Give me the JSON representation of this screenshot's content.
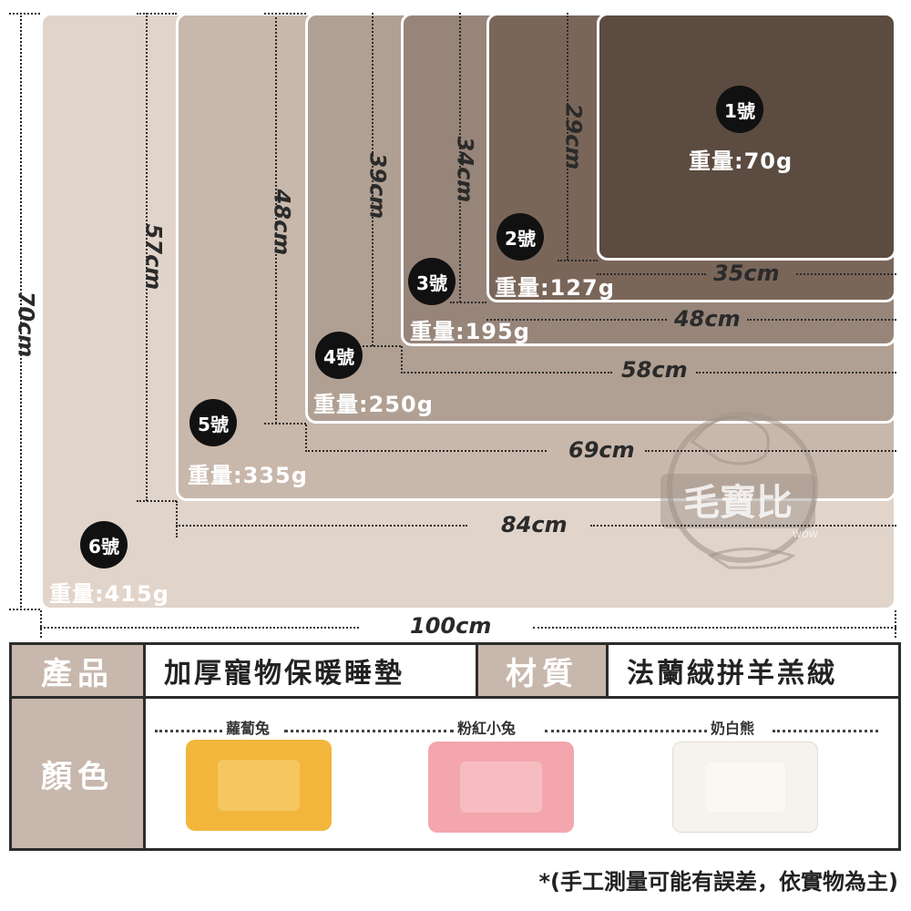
{
  "sizes": [
    {
      "badge": "6號",
      "weight": "重量:415g",
      "width": "100cm",
      "height": "70cm",
      "color": "#e1d4ca"
    },
    {
      "badge": "5號",
      "weight": "重量:335g",
      "width": "84cm",
      "height": "57cm",
      "color": "#c8b7ab"
    },
    {
      "badge": "4號",
      "weight": "重量:250g",
      "width": "69cm",
      "height": "48cm",
      "color": "#b0a093"
    },
    {
      "badge": "3號",
      "weight": "重量:195g",
      "width": "58cm",
      "height": "39cm",
      "color": "#97857a"
    },
    {
      "badge": "2號",
      "weight": "重量:127g",
      "width": "48cm",
      "height": "34cm",
      "color": "#7a6659"
    },
    {
      "badge": "1號",
      "weight": "重量:70g",
      "width": "35cm",
      "height": "29cm",
      "color": "#5b4b40"
    }
  ],
  "watermark": {
    "text": "毛寶比",
    "sub": "WOW"
  },
  "spec": {
    "product_label": "產品",
    "product_value": "加厚寵物保暖睡墊",
    "material_label": "材質",
    "material_value": "法蘭絨拼羊羔絨",
    "color_label": "顏色",
    "colors": [
      {
        "name": "蘿蔔兔",
        "base": "#f2b63c",
        "inner": "#f6c75f"
      },
      {
        "name": "粉紅小兔",
        "base": "#f3a6ad",
        "inner": "#f7bcc1"
      },
      {
        "name": "奶白熊",
        "base": "#f6f2ee",
        "inner": "#fbf8f4"
      }
    ]
  },
  "footnote": "*(手工測量可能有誤差，依實物為主)"
}
